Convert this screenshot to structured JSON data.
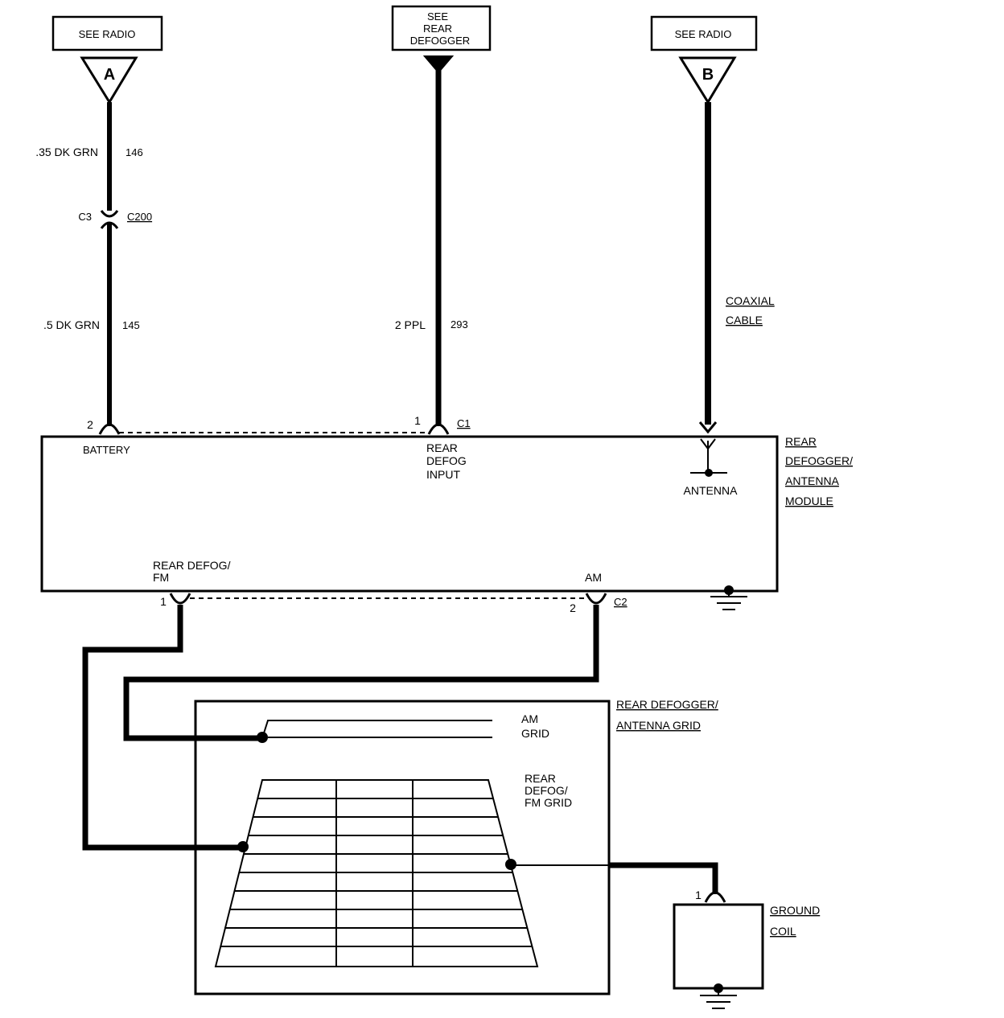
{
  "top_boxes": {
    "radio_a": "SEE RADIO",
    "defogger_l1": "SEE",
    "defogger_l2": "REAR",
    "defogger_l3": "DEFOGGER",
    "radio_b": "SEE RADIO"
  },
  "connectors": {
    "a": "A",
    "b": "B"
  },
  "wires": {
    "upper_gauge": ".35 DK GRN",
    "upper_circuit": "146",
    "c3": "C3",
    "c200": "C200",
    "lower_gauge": ".5 DK GRN",
    "lower_circuit": "145",
    "ppl_gauge": "2 PPL",
    "ppl_circuit": "293",
    "coax_l1": "COAXIAL",
    "coax_l2": "CABLE"
  },
  "module": {
    "pin_battery": "2",
    "battery": "BATTERY",
    "pin_input": "1",
    "c1": "C1",
    "input_l1": "REAR",
    "input_l2": "DEFOG",
    "input_l3": "INPUT",
    "antenna": "ANTENNA",
    "name_l1": "REAR",
    "name_l2": "DEFOGGER/",
    "name_l3": "ANTENNA",
    "name_l4": "MODULE",
    "fm_l1": "REAR DEFOG/",
    "fm_l2": "FM",
    "am": "AM",
    "pin_fm": "1",
    "pin_am": "2",
    "c2": "C2"
  },
  "grid": {
    "name_l1": "REAR DEFOGGER/",
    "name_l2": "ANTENNA GRID",
    "am_l1": "AM",
    "am_l2": "GRID",
    "fm_l1": "REAR",
    "fm_l2": "DEFOG/",
    "fm_l3": "FM GRID"
  },
  "coil": {
    "pin": "1",
    "name_l1": "GROUND",
    "name_l2": "COIL"
  }
}
